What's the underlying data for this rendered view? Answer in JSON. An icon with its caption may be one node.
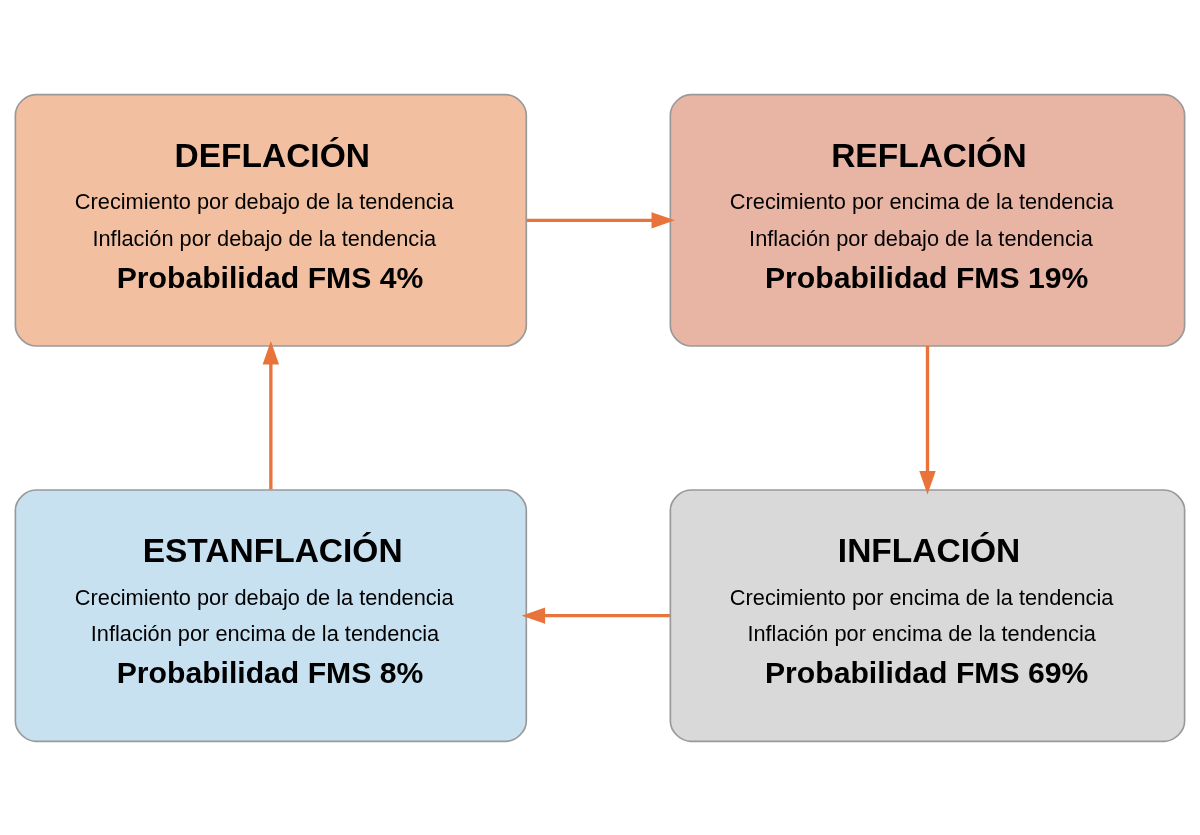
{
  "diagram": {
    "nodes": [
      {
        "text": [
          "DEFLACIÓN",
          "Crecimiento por debajo de la tendencia",
          "Inflación por debajo de la tendencia",
          "Probabilidad FMS 4%"
        ]
      },
      {
        "text": [
          "REFLACIÓN",
          "Crecimiento por encima de la tendencia",
          "Inflación por debajo de la tendencia",
          "Probabilidad FMS 19%"
        ]
      },
      {
        "text": [
          "ESTANFLACIÓN",
          "Crecimiento por debajo de la tendencia",
          "Inflación por encima de la tendencia",
          "Probabilidad FMS 8%"
        ]
      },
      {
        "text": [
          "INFLACIÓN",
          "Crecimiento por encima de la tendencia",
          "Inflación por encima de la tendencia",
          "Probabilidad FMS 69%"
        ]
      }
    ],
    "edges": [
      {
        "from": 0,
        "to": 1,
        "arrow": "to"
      },
      {
        "from": 1,
        "to": 3,
        "arrow": "to"
      },
      {
        "from": 3,
        "to": 2,
        "arrow": "to"
      },
      {
        "from": 2,
        "to": 0,
        "arrow": "to"
      }
    ]
  }
}
